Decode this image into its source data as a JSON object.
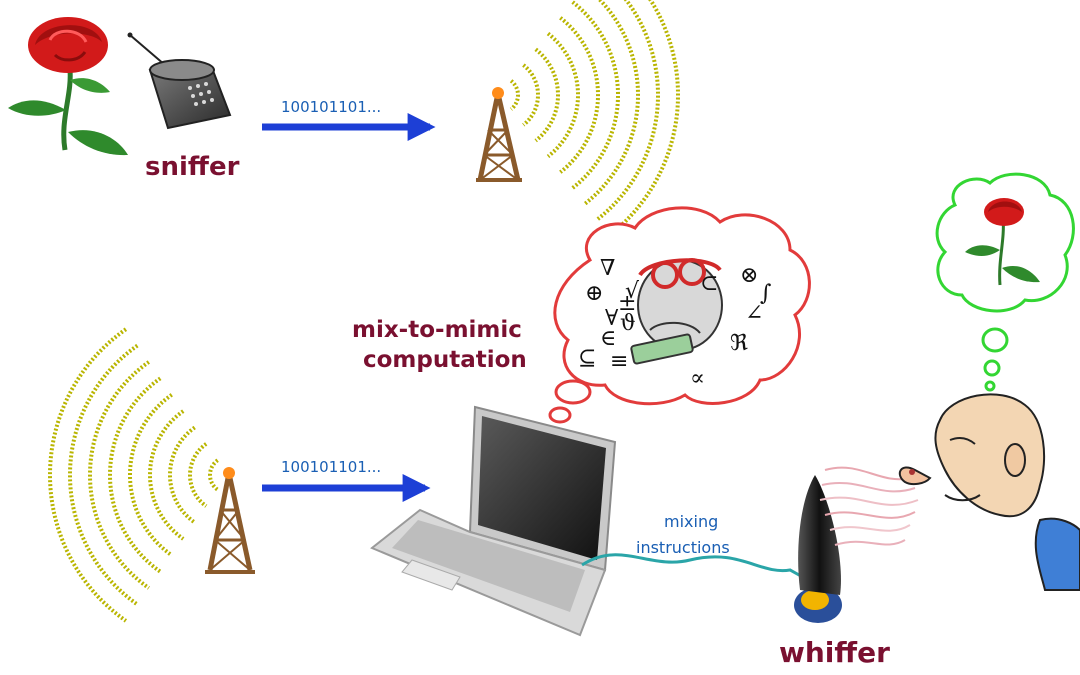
{
  "labels": {
    "sniffer": "sniffer",
    "whiffer": "whiffer",
    "mix_to_mimic_line1": "mix-to-mimic",
    "mix_to_mimic_line2": "computation",
    "mixing_line1": "mixing",
    "mixing_line2": "instructions",
    "bits_top": "100101101...",
    "bits_bottom": "100101101..."
  },
  "math_symbols": [
    "⊕",
    "∈",
    "ϑ",
    "⊆",
    "≡",
    "∝",
    "⊗",
    "∫",
    "ℜ",
    "∠",
    "∇",
    "√",
    "±",
    "⊂",
    "∀"
  ],
  "colors": {
    "label_maroon": "#7a1030",
    "arrow_blue": "#1d3fd6",
    "bits_blue": "#1a5fb4",
    "cloud_red": "#e23b3b",
    "cloud_green": "#33d633",
    "wave_yellow": "#d6d400",
    "tower_brown": "#8a5a2b"
  },
  "icons": [
    "rose-icon",
    "sniffer-device-icon",
    "antenna-tower-icon",
    "laptop-icon",
    "whiffer-device-icon",
    "person-sniffing-icon"
  ]
}
